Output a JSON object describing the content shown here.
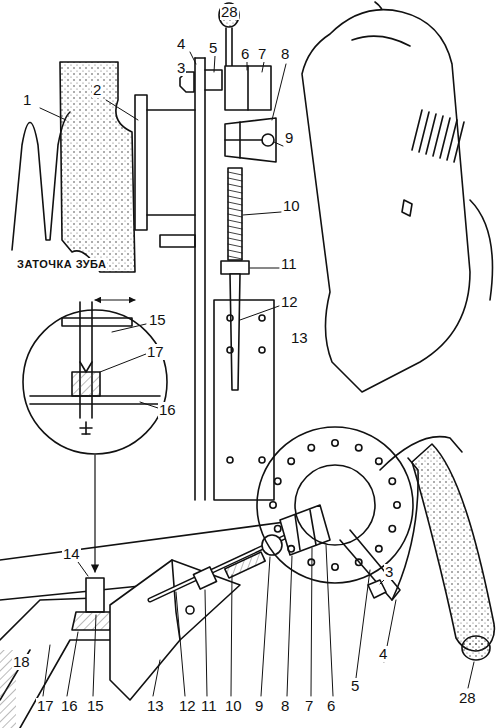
{
  "diagram": {
    "labels": [
      "28",
      "4",
      "5",
      "3",
      "6",
      "7",
      "8",
      "1",
      "2",
      "9",
      "ЗАТОЧКА ЗУБА",
      "10",
      "11",
      "12",
      "15",
      "13",
      "17",
      "16",
      "14",
      "3",
      "4",
      "5",
      "28",
      "18",
      "17",
      "16",
      "15",
      "13",
      "12",
      "11",
      "10",
      "9",
      "8",
      "7",
      "6"
    ]
  }
}
